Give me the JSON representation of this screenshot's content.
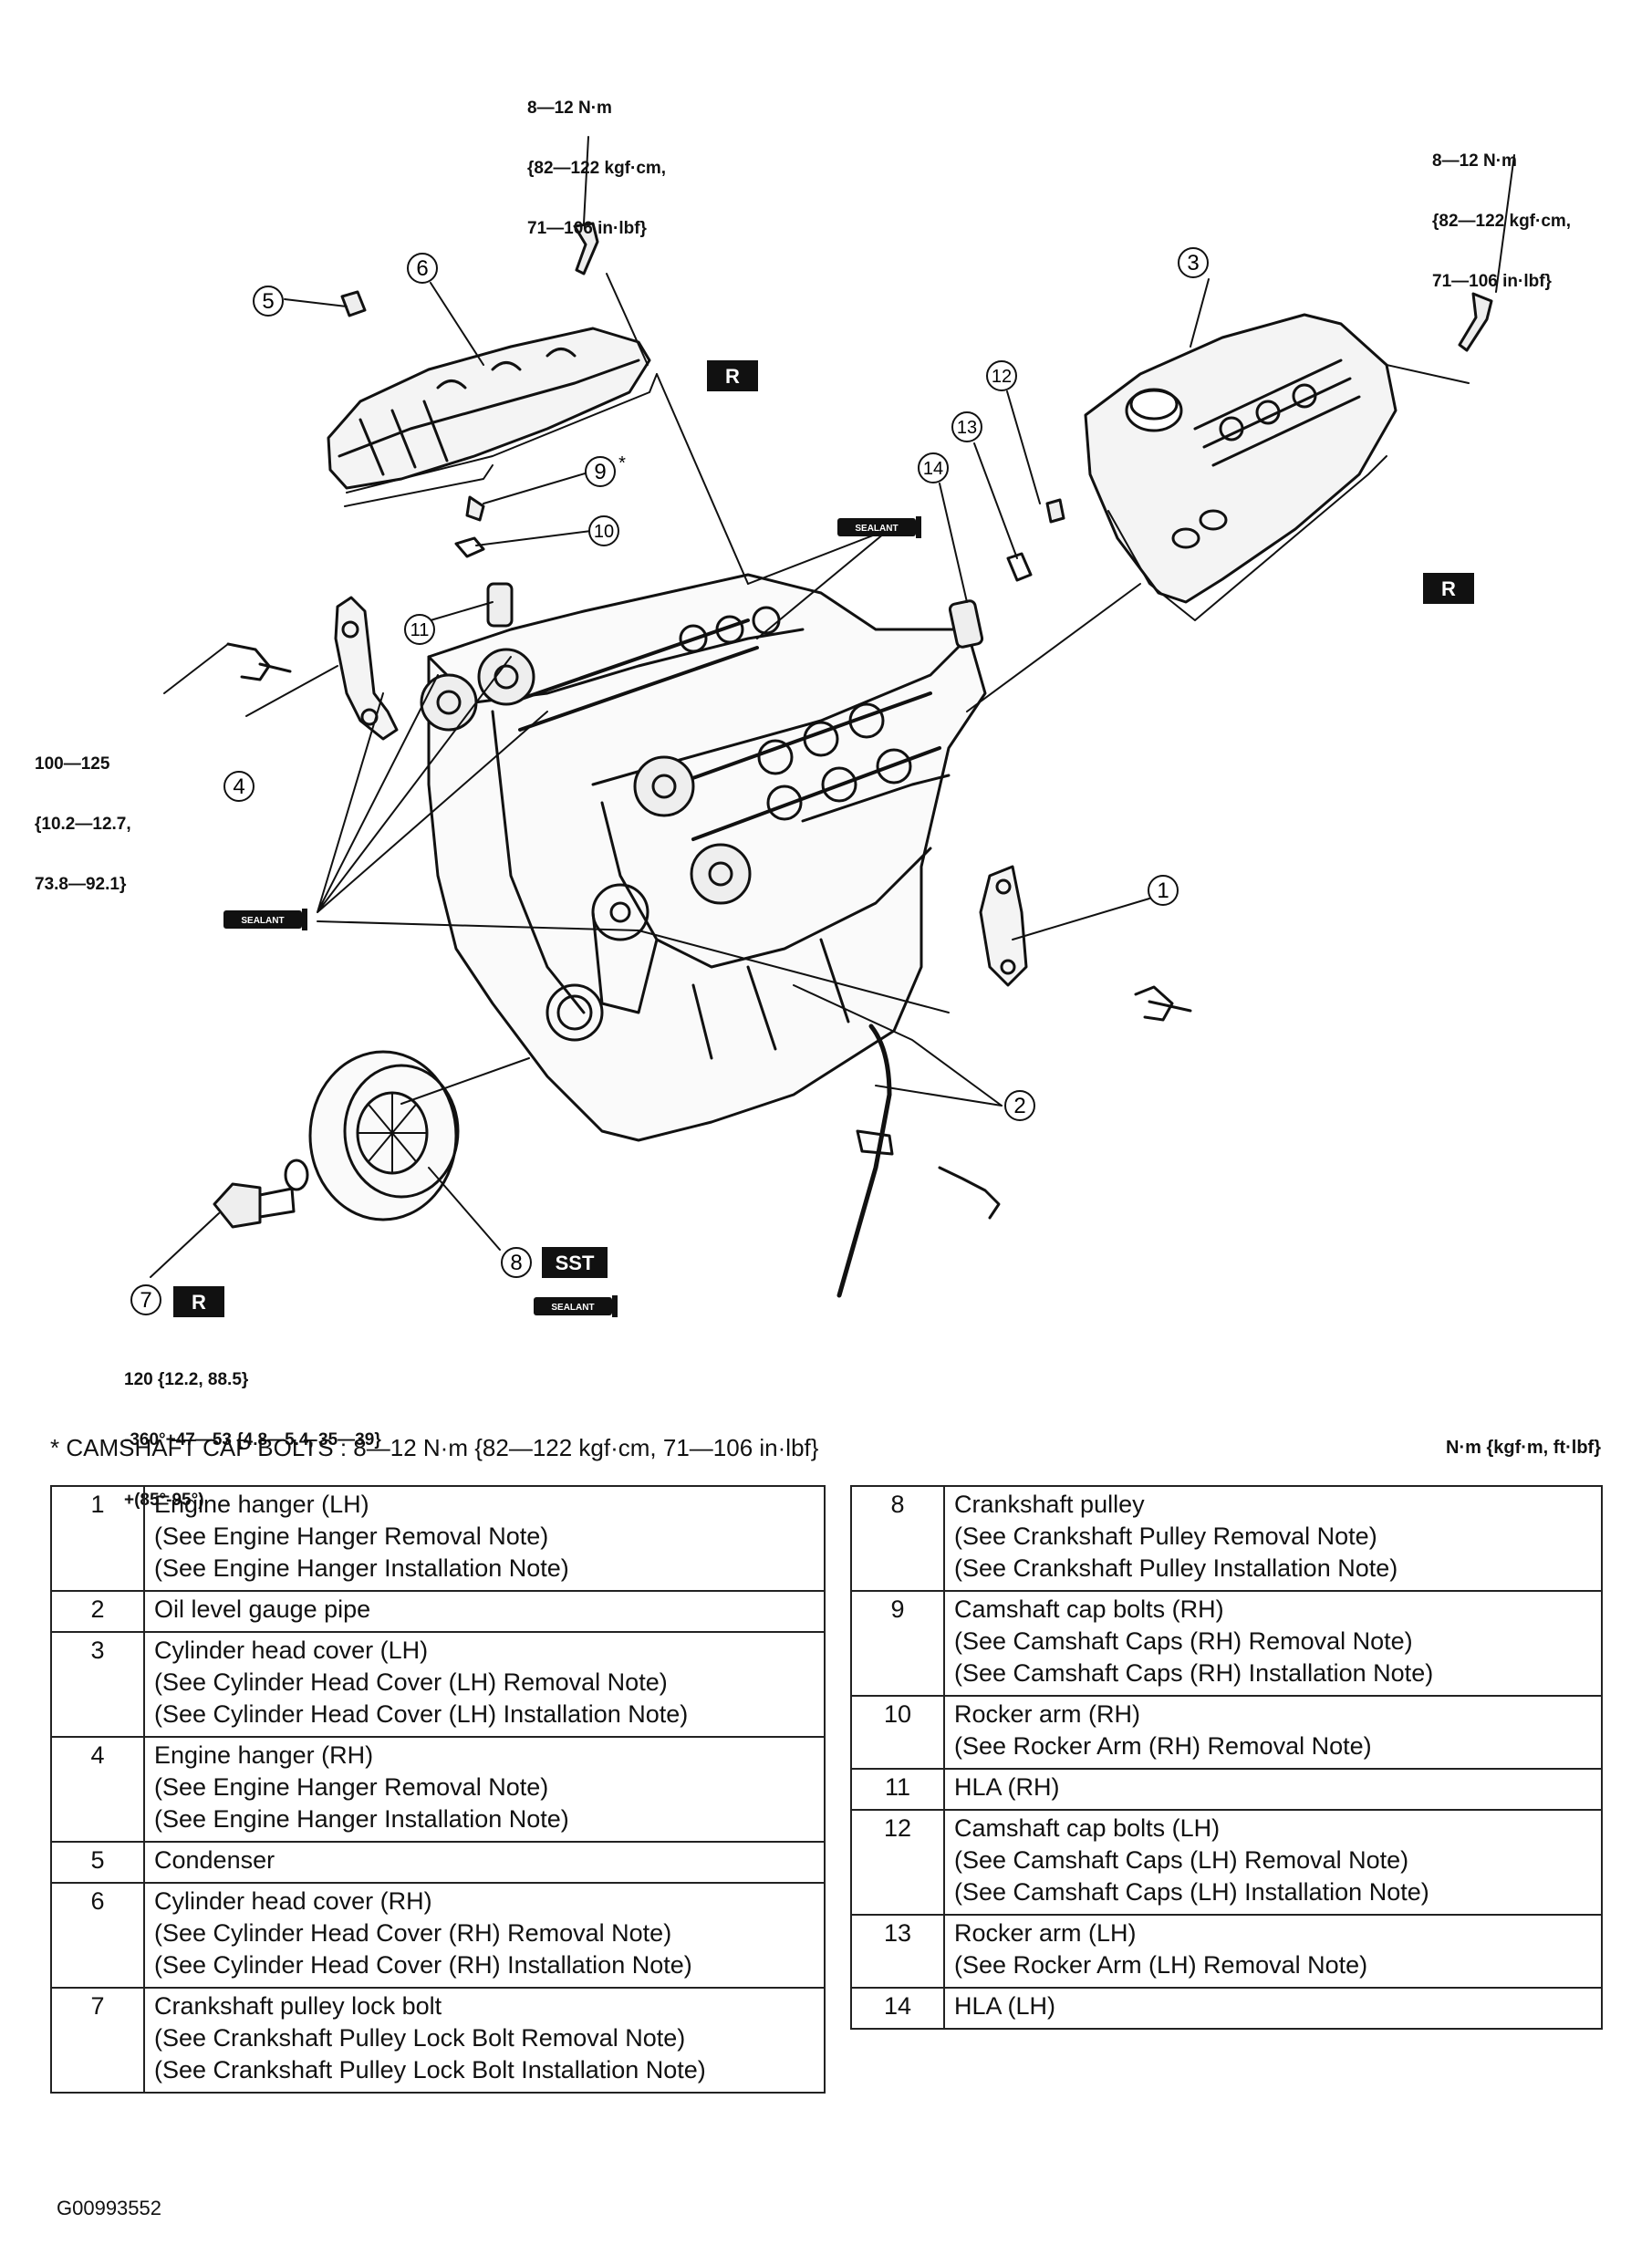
{
  "diagram": {
    "callouts": [
      "1",
      "2",
      "3",
      "4",
      "5",
      "6",
      "7",
      "8",
      "9",
      "10",
      "11",
      "12",
      "13",
      "14"
    ],
    "callout_9_mark": "*",
    "tags": {
      "r": "R",
      "sst": "SST",
      "sealant": "SEALANT"
    },
    "torque_specs": {
      "cover_bolt_lh": [
        "8—12 N·m",
        "{82—122 kgf·cm,",
        "71—106 in·lbf}"
      ],
      "cover_bolt_rh": [
        "8—12 N·m",
        "{82—122 kgf·cm,",
        "71—106 in·lbf}"
      ],
      "engine_hanger": [
        "100—125",
        "{10.2—12.7,",
        "73.8—92.1}"
      ],
      "pulley_bolt": [
        "120 {12.2, 88.5}",
        "-360°+47—53 {4.8—5.4, 35—39}",
        "+(85°-95°)"
      ]
    }
  },
  "note": "* CAMSHAFT CAP BOLTS : 8—12 N·m {82—122 kgf·cm, 71—106 in·lbf}",
  "units": "N·m {kgf·m, ft·lbf}",
  "parts_left": [
    {
      "no": "1",
      "lines": [
        "Engine hanger (LH)",
        "(See Engine Hanger Removal Note)",
        "(See Engine Hanger Installation Note)"
      ]
    },
    {
      "no": "2",
      "lines": [
        "Oil level gauge pipe"
      ]
    },
    {
      "no": "3",
      "lines": [
        "Cylinder head cover (LH)",
        "(See Cylinder Head Cover (LH) Removal Note)",
        "(See Cylinder Head Cover (LH) Installation Note)"
      ]
    },
    {
      "no": "4",
      "lines": [
        "Engine hanger (RH)",
        "(See Engine Hanger Removal Note)",
        "(See Engine Hanger Installation Note)"
      ]
    },
    {
      "no": "5",
      "lines": [
        "Condenser"
      ]
    },
    {
      "no": "6",
      "lines": [
        "Cylinder head cover (RH)",
        "(See Cylinder Head Cover (RH) Removal Note)",
        "(See Cylinder Head Cover (RH) Installation Note)"
      ]
    },
    {
      "no": "7",
      "lines": [
        "Crankshaft pulley lock bolt",
        "(See Crankshaft Pulley Lock Bolt Removal Note)",
        "(See Crankshaft Pulley Lock Bolt Installation Note)"
      ]
    }
  ],
  "parts_right": [
    {
      "no": "8",
      "lines": [
        "Crankshaft pulley",
        "(See Crankshaft Pulley Removal Note)",
        "(See Crankshaft Pulley Installation Note)"
      ]
    },
    {
      "no": "9",
      "lines": [
        "Camshaft cap bolts (RH)",
        "(See Camshaft Caps (RH) Removal Note)",
        "(See Camshaft Caps (RH) Installation Note)"
      ]
    },
    {
      "no": "10",
      "lines": [
        "Rocker arm (RH)",
        "(See Rocker Arm (RH) Removal Note)"
      ]
    },
    {
      "no": "11",
      "lines": [
        "HLA (RH)"
      ]
    },
    {
      "no": "12",
      "lines": [
        "Camshaft cap bolts (LH)",
        "(See Camshaft Caps (LH) Removal Note)",
        "(See Camshaft Caps (LH) Installation Note)"
      ]
    },
    {
      "no": "13",
      "lines": [
        "Rocker arm (LH)",
        "(See Rocker Arm (LH) Removal Note)"
      ]
    },
    {
      "no": "14",
      "lines": [
        "HLA (LH)"
      ]
    }
  ],
  "figure_id": "G00993552"
}
